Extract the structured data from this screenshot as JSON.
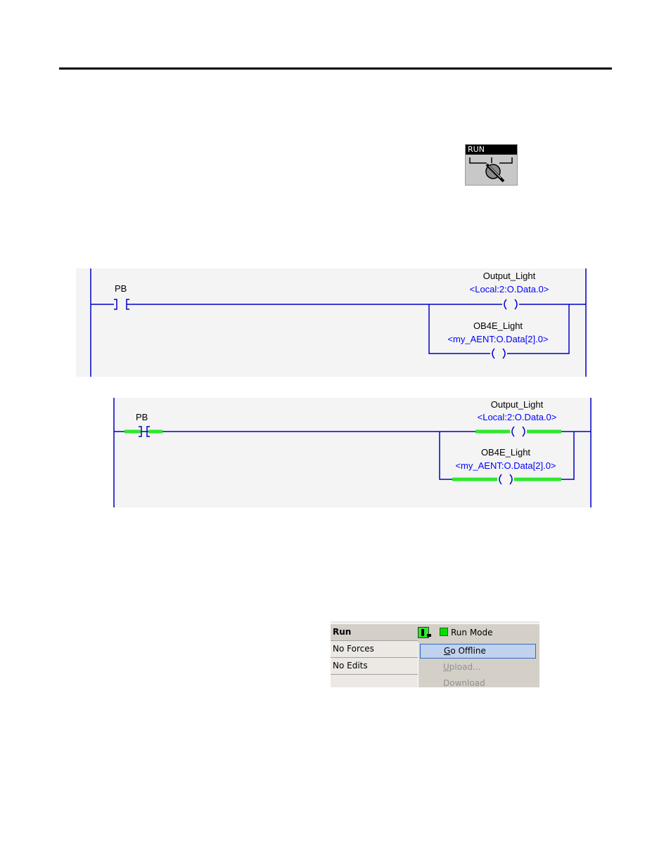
{
  "run_icon": {
    "label": "RUN",
    "icon": "keyswitch-icon"
  },
  "rung_offline": {
    "contact_tag": "PB",
    "coil1_tag": "Output_Light",
    "coil1_address": "<Local:2:O.Data.0>",
    "coil2_tag": "OB4E_Light",
    "coil2_address": "<my_AENT:O.Data[2].0>"
  },
  "rung_online": {
    "contact_tag": "PB",
    "coil1_tag": "Output_Light",
    "coil1_address": "<Local:2:O.Data.0>",
    "coil2_tag": "OB4E_Light",
    "coil2_address": "<my_AENT:O.Data[2].0>",
    "energized_color": "#2ee82e"
  },
  "status_panel": {
    "run_label": "Run",
    "forces_label": "No Forces",
    "edits_label": "No Edits",
    "mode_text": "Run Mode",
    "menu": {
      "go_offline_prefix": "G",
      "go_offline_rest": "o Offline",
      "upload_prefix": "U",
      "upload_rest": "pload...",
      "download": "Download"
    }
  }
}
